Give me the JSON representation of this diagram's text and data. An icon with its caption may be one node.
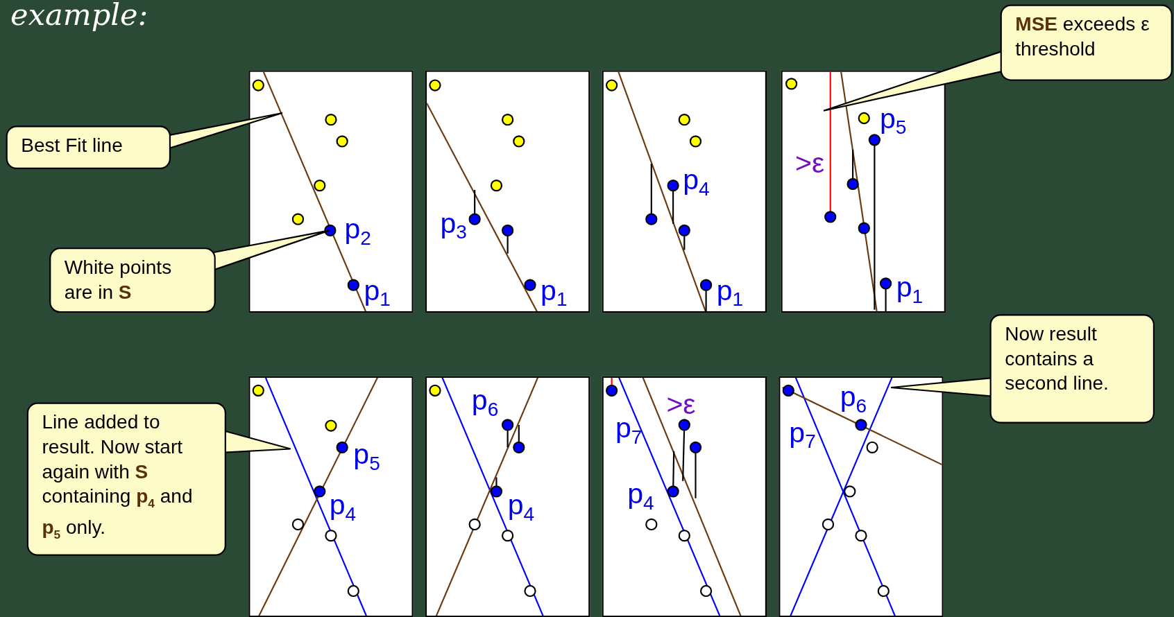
{
  "diagram": {
    "title": "example:",
    "nodes": [
      {
        "text": [
          "Best Fit line"
        ]
      },
      {
        "text": [
          "White points are in **S**"
        ]
      },
      {
        "text": [
          "p$_{2}$",
          "p$_{1}$"
        ]
      },
      {
        "text": [
          "p$_{3}$",
          "p$_{1}$"
        ]
      },
      {
        "text": [
          "p$_{4}$",
          "p$_{1}$"
        ]
      },
      {
        "text": [
          "p$_{5}$",
          ">ε",
          "p$_{1}$"
        ]
      },
      {
        "text": [
          "**MSE** exceeds ε threshold"
        ]
      },
      {
        "text": [
          "Line added to result. Now start again with **S** containing **p$_{4}$** and **p$_{5}$** only."
        ]
      },
      {
        "text": [
          "p$_{5}$",
          "p$_{4}$"
        ]
      },
      {
        "text": [
          "p$_{6}$",
          "p$_{4}$"
        ]
      },
      {
        "text": [
          ">ε",
          "p$_{7}$",
          "p$_{4}$"
        ]
      },
      {
        "text": [
          "p$_{6}$",
          "p$_{7}$"
        ]
      },
      {
        "text": [
          "Now result contains a second line."
        ]
      }
    ],
    "edges": [
      {
        "from": 0,
        "to": null,
        "arrow": "to"
      },
      {
        "from": 1,
        "to": null,
        "arrow": "to"
      },
      {
        "from": 6,
        "to": null,
        "arrow": "to"
      },
      {
        "from": 7,
        "to": null,
        "arrow": "to"
      },
      {
        "from": 12,
        "to": null,
        "arrow": "to"
      }
    ]
  }
}
